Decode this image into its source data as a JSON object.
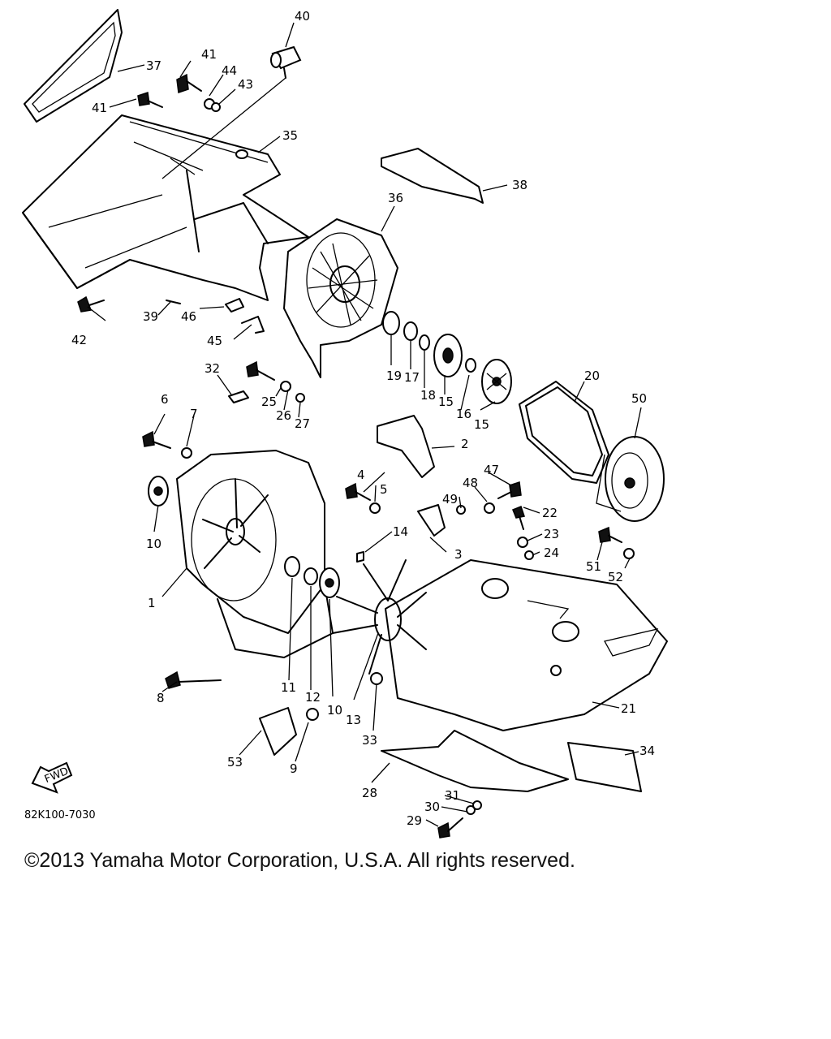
{
  "diagram": {
    "drawing_code": "82K100-7030",
    "fwd_label": "FWD",
    "copyright": "©2013 Yamaha Motor Corporation, U.S.A. All rights reserved."
  },
  "callouts": [
    "1",
    "2",
    "3",
    "4",
    "5",
    "6",
    "7",
    "8",
    "9",
    "10",
    "10",
    "11",
    "12",
    "13",
    "14",
    "15",
    "15",
    "16",
    "17",
    "18",
    "19",
    "20",
    "21",
    "22",
    "23",
    "24",
    "25",
    "26",
    "27",
    "28",
    "29",
    "30",
    "31",
    "32",
    "33",
    "34",
    "35",
    "36",
    "37",
    "38",
    "39",
    "40",
    "41",
    "41",
    "42",
    "43",
    "44",
    "45",
    "46",
    "47",
    "48",
    "49",
    "50",
    "51",
    "52",
    "53"
  ]
}
